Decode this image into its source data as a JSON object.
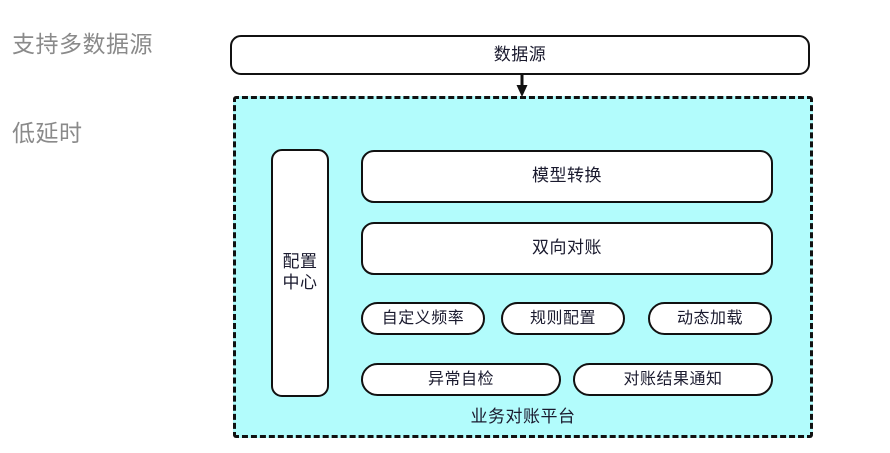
{
  "diagram": {
    "title_labels": [
      {
        "id": "multi-source",
        "text": "支持多数据源"
      },
      {
        "id": "low-latency",
        "text": "低延时"
      }
    ],
    "source": {
      "label": "数据源"
    },
    "arrow": {
      "name": "down-arrow-icon",
      "direction": "down"
    },
    "platform": {
      "caption": "业务对账平台",
      "fill_color": "#b2fcfc",
      "border_style": "dashed",
      "border_color": "#111111"
    },
    "config_center": {
      "line1": "配置",
      "line2": "中心"
    },
    "features": {
      "model_convert": "模型转换",
      "two_way_recon": "双向对账"
    },
    "capabilities": [
      {
        "id": "custom-frequency",
        "label": "自定义频率"
      },
      {
        "id": "rule-config",
        "label": "规则配置"
      },
      {
        "id": "dynamic-load",
        "label": "动态加载"
      }
    ],
    "outputs": [
      {
        "id": "abnormal-self-check",
        "label": "异常自检"
      },
      {
        "id": "recon-result-notify",
        "label": "对账结果通知"
      }
    ],
    "colors": {
      "label_gray": "#8a8a8a",
      "node_text": "#1a1a2e",
      "node_border": "#111111",
      "node_fill": "#ffffff",
      "platform_fill": "#b2fcfc"
    }
  }
}
